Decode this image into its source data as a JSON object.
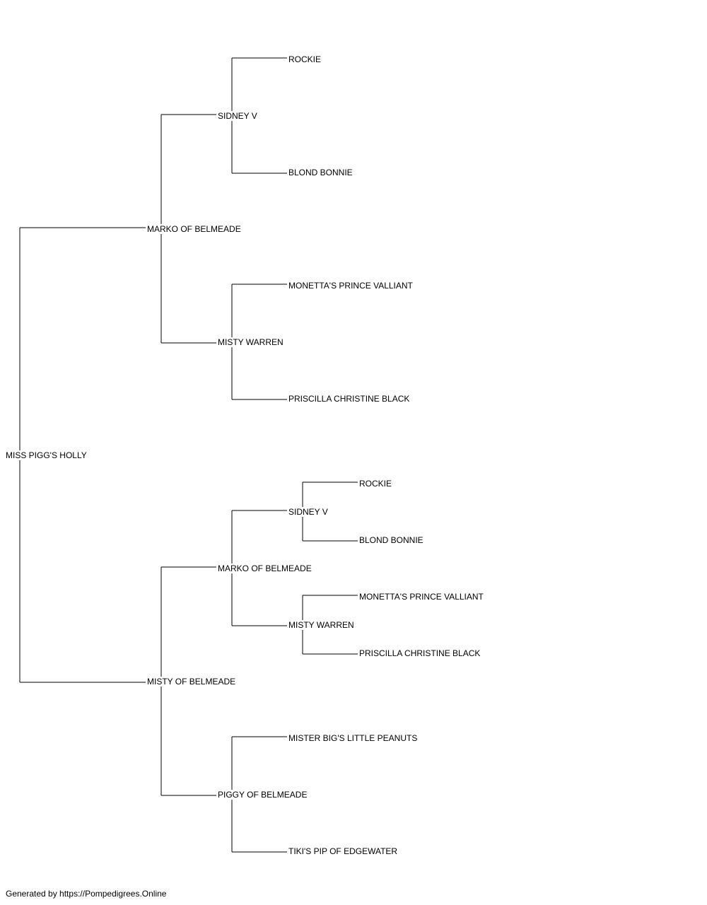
{
  "pedigree": {
    "root": "MISS PIGG'S HOLLY",
    "sire": "MARKO OF BELMEADE",
    "sire_sire": "SIDNEY V",
    "sire_sire_sire": "ROCKIE",
    "sire_sire_dam": "BLOND BONNIE",
    "sire_dam": "MISTY WARREN",
    "sire_dam_sire": "MONETTA'S PRINCE VALLIANT",
    "sire_dam_dam": "PRISCILLA CHRISTINE BLACK",
    "dam": "MISTY OF BELMEADE",
    "dam_sire": "MARKO OF BELMEADE",
    "dam_sire_sire": "SIDNEY V",
    "dam_sire_sire_sire": "ROCKIE",
    "dam_sire_sire_dam": "BLOND BONNIE",
    "dam_sire_dam": "MISTY WARREN",
    "dam_sire_dam_sire": "MONETTA'S PRINCE VALLIANT",
    "dam_sire_dam_dam": "PRISCILLA CHRISTINE BLACK",
    "dam_dam": "PIGGY OF BELMEADE",
    "dam_dam_sire": "MISTER BIG'S LITTLE PEANUTS",
    "dam_dam_dam": "TIKI'S PIP OF EDGEWATER"
  },
  "footer": "Generated by https://Pompedigrees.Online"
}
